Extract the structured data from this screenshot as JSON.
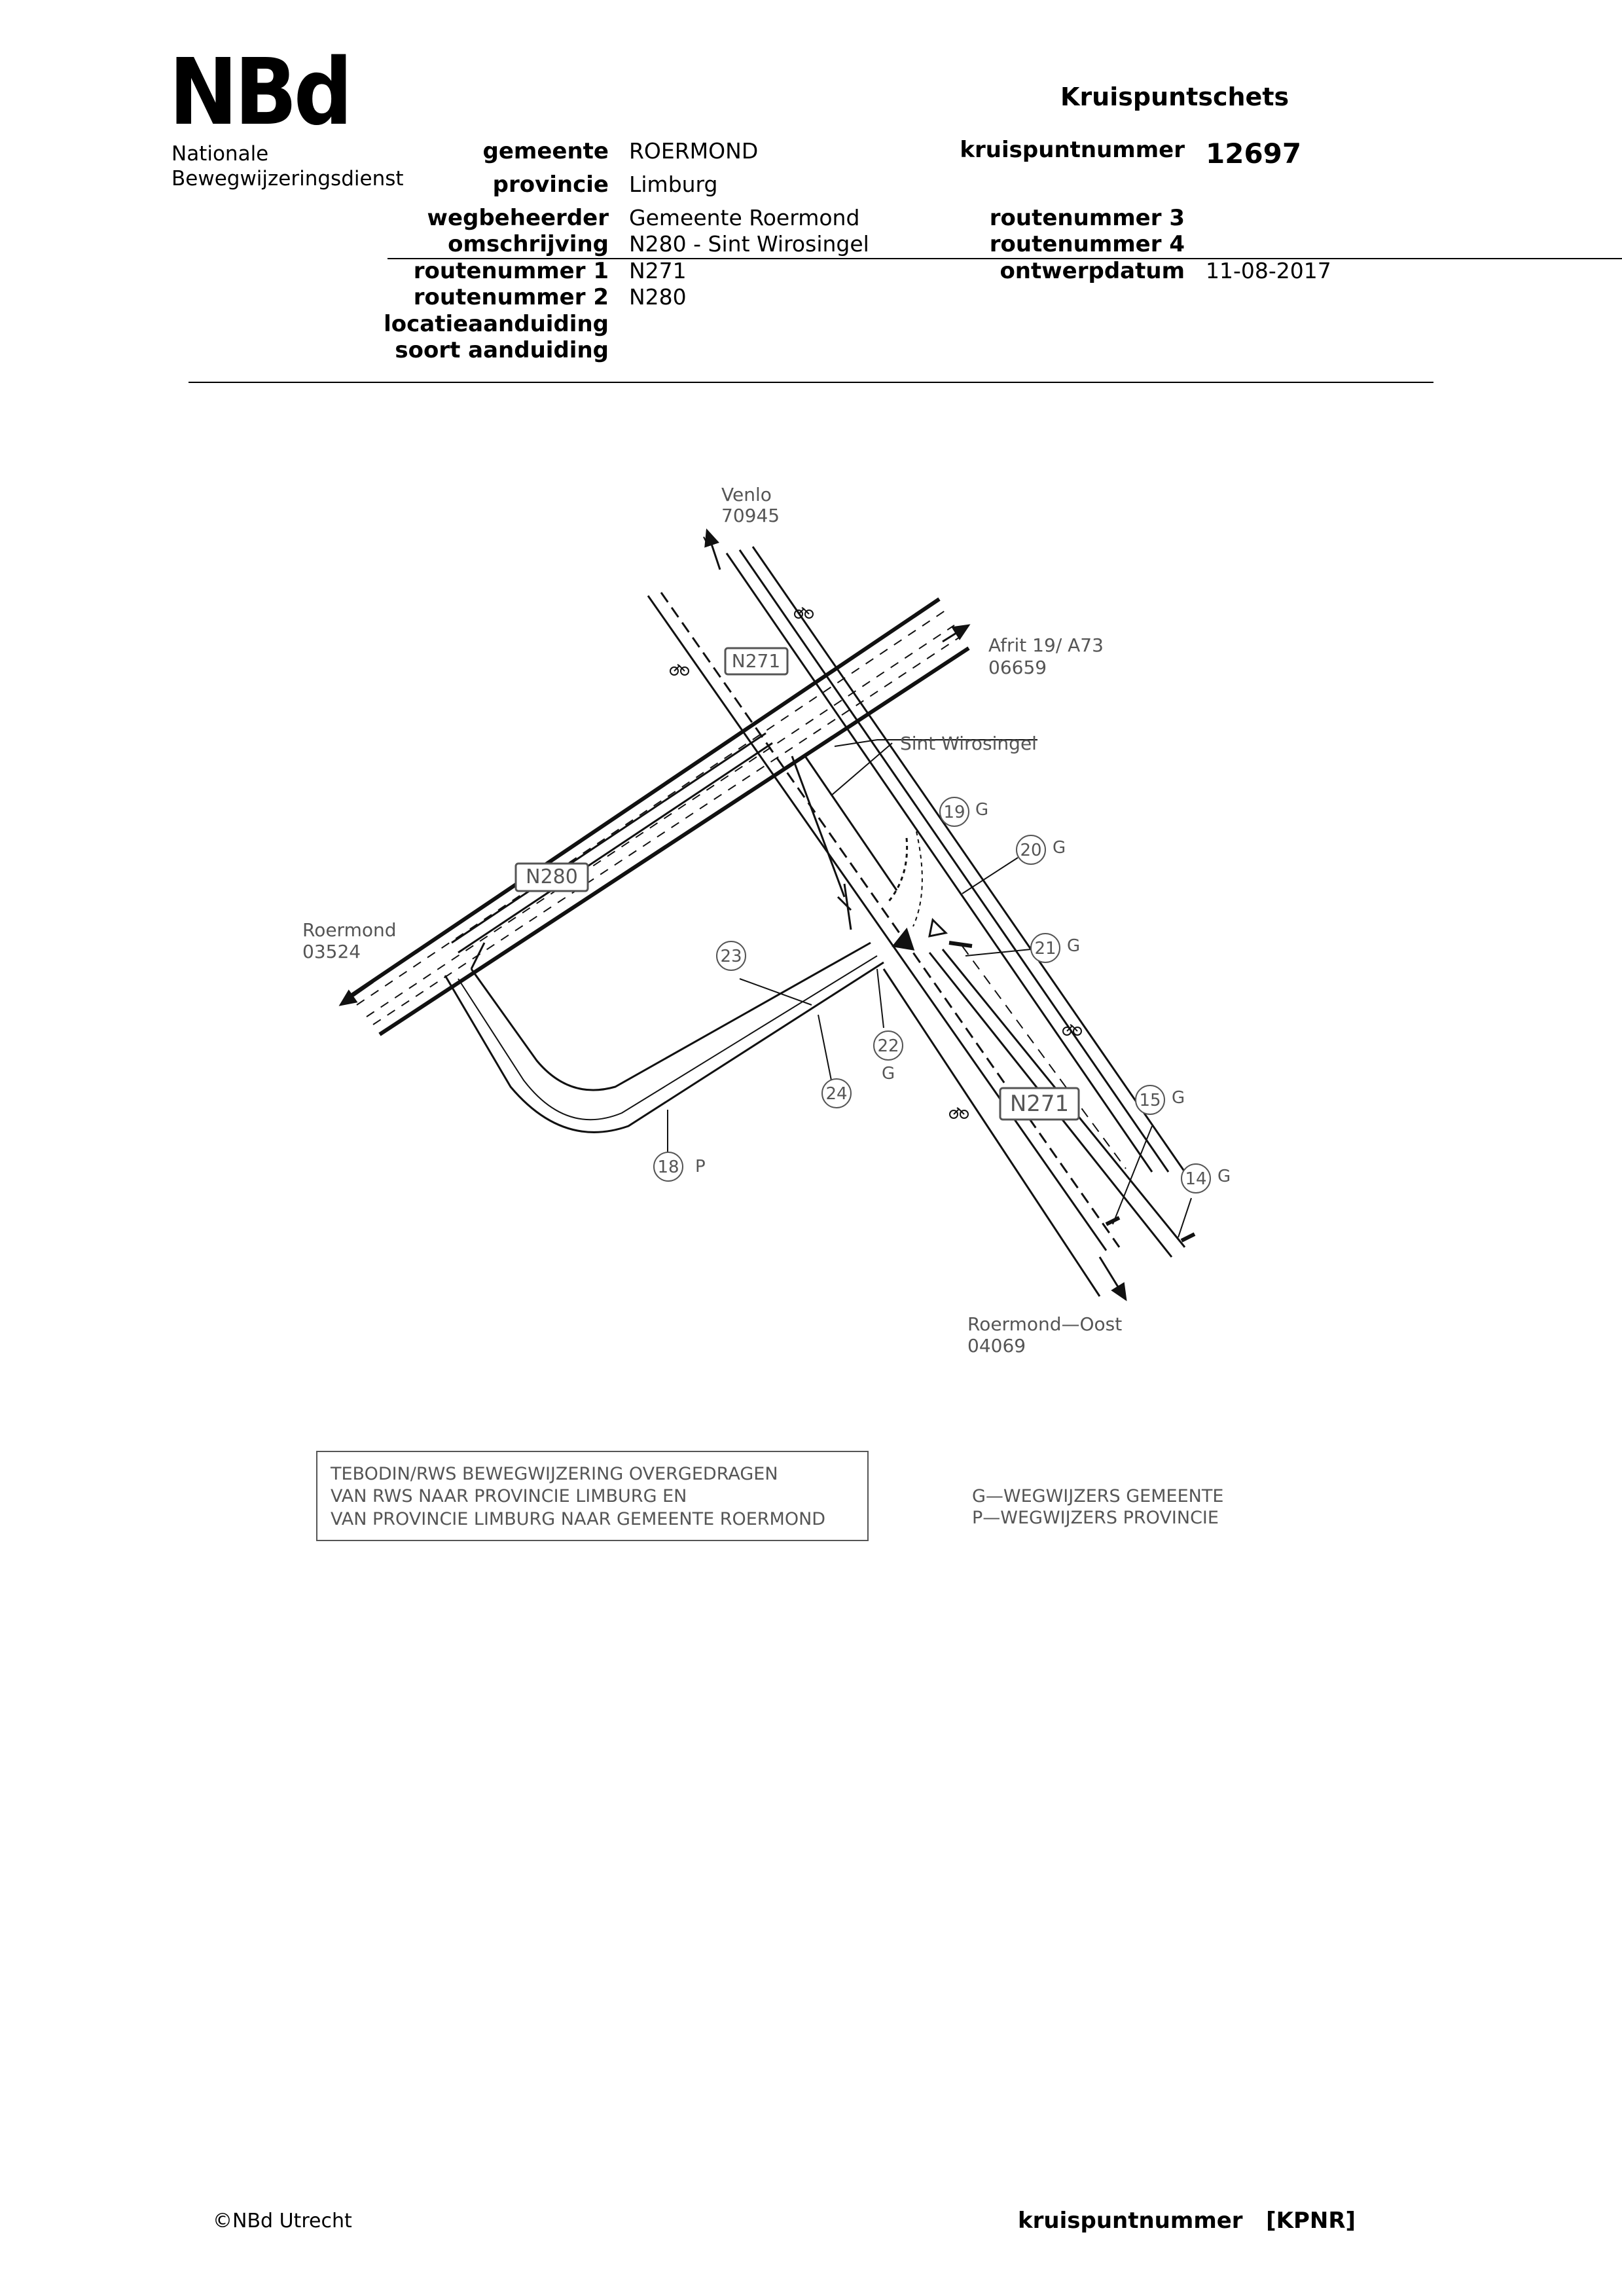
{
  "header": {
    "logo": "NBd",
    "org_line1": "Nationale",
    "org_line2": "Bewegwijzeringsdienst",
    "doc_title": "Kruispuntschets"
  },
  "fields": {
    "gemeente_label": "gemeente",
    "gemeente_value": "ROERMOND",
    "provincie_label": "provincie",
    "provincie_value": "Limburg",
    "wegbeheerder_label": "wegbeheerder",
    "wegbeheerder_value": "Gemeente Roermond",
    "omschrijving_label": "omschrijving",
    "omschrijving_value": "N280 - Sint Wirosingel",
    "routenummer1_label": "routenummer 1",
    "routenummer1_value": "N271",
    "routenummer2_label": "routenummer 2",
    "routenummer2_value": "N280",
    "locatieaanduiding_label": "locatieaanduiding",
    "soort_label": "soort aanduiding",
    "kruispuntnummer_label": "kruispuntnummer",
    "kruispuntnummer_value": "12697",
    "routenummer3_label": "routenummer 3",
    "routenummer4_label": "routenummer 4",
    "ontwerpdatum_label": "ontwerpdatum",
    "ontwerpdatum_value": "11-08-2017"
  },
  "sketch": {
    "destinations": {
      "venlo": "Venlo",
      "venlo_code": "70945",
      "afrit": "Afrit  19/  A73",
      "afrit_code": "06659",
      "roermond": "Roermond",
      "roermond_code": "03524",
      "oost": "Roermond—Oost",
      "oost_code": "04069",
      "street": "Sint  Wirosingel"
    },
    "route_shields": {
      "n271_top": "N271",
      "n280": "N280",
      "n271_bottom": "N271"
    },
    "sign_markers": [
      {
        "num": "19",
        "type": "G"
      },
      {
        "num": "20",
        "type": "G"
      },
      {
        "num": "21",
        "type": "G"
      },
      {
        "num": "23",
        "type": ""
      },
      {
        "num": "22",
        "type": "G"
      },
      {
        "num": "24",
        "type": ""
      },
      {
        "num": "15",
        "type": "G"
      },
      {
        "num": "14",
        "type": "G"
      },
      {
        "num": "18",
        "type": "P"
      }
    ],
    "note_lines": [
      "TEBODIN/RWS  BEWEGWIJZERING  OVERGEDRAGEN",
      "VAN  RWS  NAAR  PROVINCIE  LIMBURG  EN",
      "VAN  PROVINCIE  LIMBURG  NAAR  GEMEENTE  ROERMOND"
    ],
    "legend_lines": [
      "G—WEGWIJZERS  GEMEENTE",
      "P—WEGWIJZERS  PROVINCIE"
    ]
  },
  "footer": {
    "copyright": "©NBd Utrecht",
    "label": "kruispuntnummer",
    "code": "[KPNR]"
  }
}
